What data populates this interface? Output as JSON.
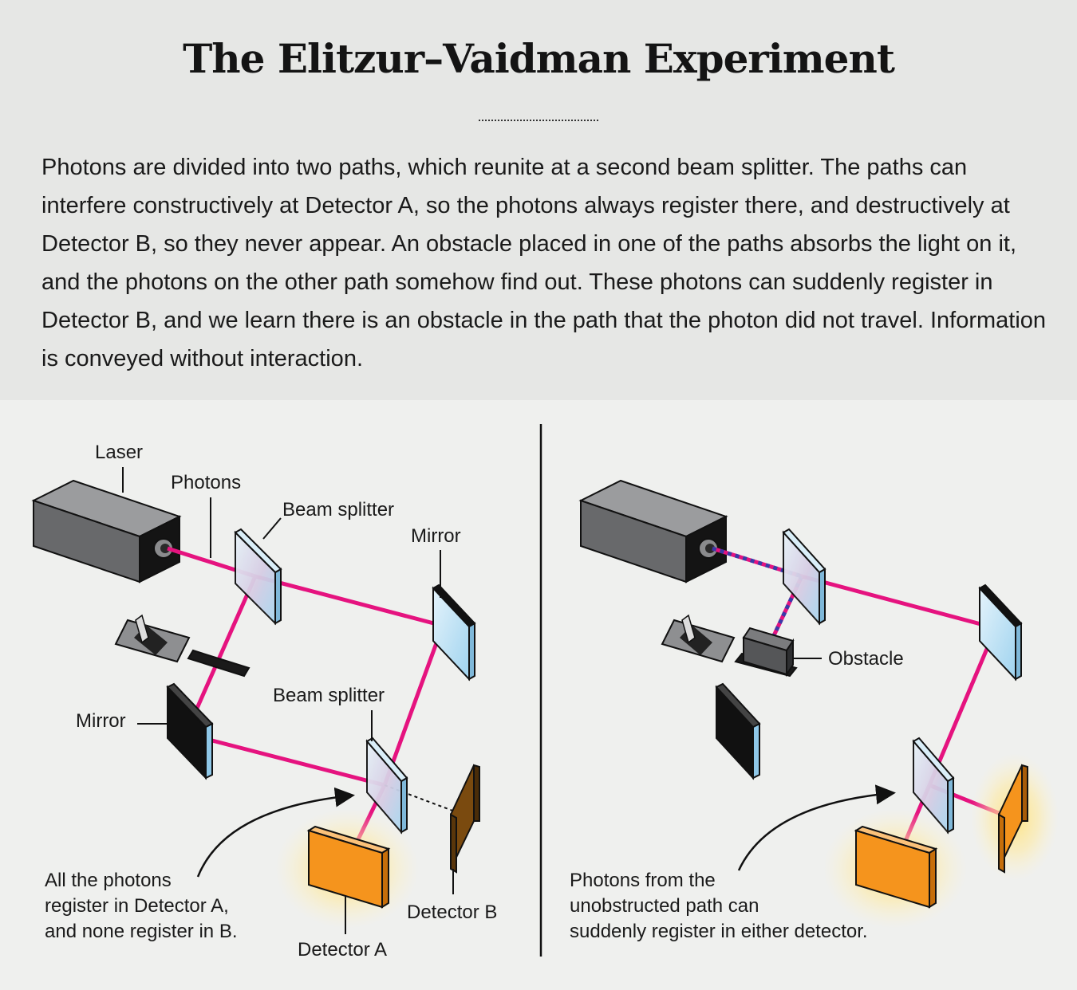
{
  "title": "The Elitzur–Vaidman Experiment",
  "description": "Photons are divided into two paths, which reunite at a second beam splitter. The paths can interfere constructively at Detector A, so the photons always register there, and destructively at Detector B, so they never appear. An obstacle placed in one of the paths absorbs the light on it, and the photons on the other path somehow find out. These photons can suddenly register in Detector B, and we learn there is an obstacle in the path that the photon did not travel. Information is conveyed without interaction.",
  "labels": {
    "laser": "Laser",
    "photons": "Photons",
    "beam_splitter_top": "Beam splitter",
    "mirror_right": "Mirror",
    "mirror_left": "Mirror",
    "beam_splitter_bottom": "Beam splitter",
    "detector_a": "Detector A",
    "detector_b": "Detector B",
    "obstacle": "Obstacle"
  },
  "captions": {
    "left": [
      "All the photons",
      "register in Detector A,",
      "and none register in B."
    ],
    "right": [
      "Photons from the",
      "unobstructed path can",
      "suddenly register in either detector."
    ]
  },
  "colors": {
    "beam": "#e5137f",
    "detector": "#f5941d",
    "detector_b_dark": "#7a4a0f",
    "glass": "#bfe3f5",
    "laser_body": "#6a6b6d"
  }
}
